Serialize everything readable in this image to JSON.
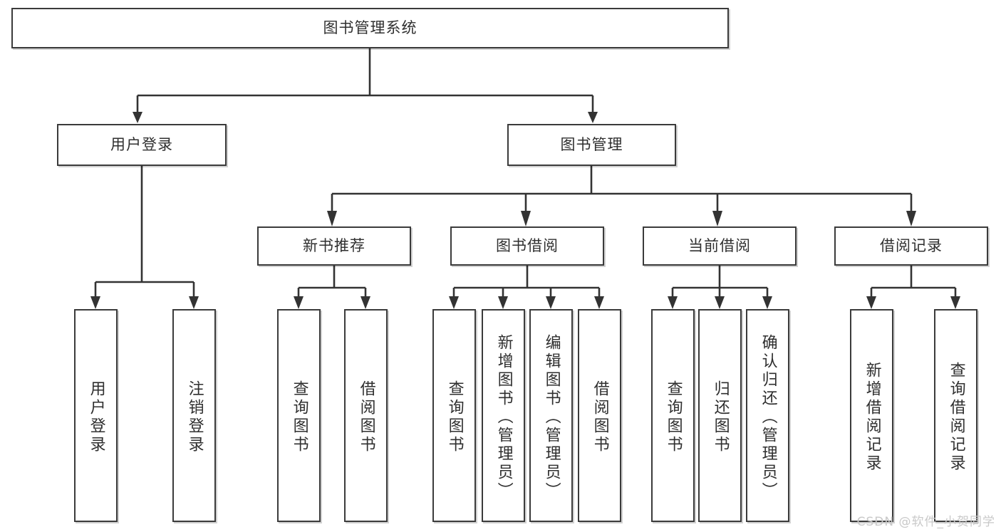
{
  "diagram": {
    "title": "图书管理系统",
    "type": "hierarchy-tree",
    "root": {
      "label": "图书管理系统"
    },
    "level1": [
      {
        "label": "用户登录"
      },
      {
        "label": "图书管理"
      }
    ],
    "level2": [
      {
        "label": "新书推荐"
      },
      {
        "label": "图书借阅"
      },
      {
        "label": "当前借阅"
      },
      {
        "label": "借阅记录"
      }
    ],
    "leaves": {
      "user_login": [
        {
          "label": "用户登录"
        },
        {
          "label": "注销登录"
        }
      ],
      "new_book_recommend": [
        {
          "label": "查询图书"
        },
        {
          "label": "借阅图书"
        }
      ],
      "book_borrow": [
        {
          "label": "查询图书"
        },
        {
          "label": "新增图书（管理员）"
        },
        {
          "label": "编辑图书（管理员）"
        },
        {
          "label": "借阅图书"
        }
      ],
      "current_borrow": [
        {
          "label": "查询图书"
        },
        {
          "label": "归还图书"
        },
        {
          "label": "确认归还（管理员）"
        }
      ],
      "borrow_record": [
        {
          "label": "新增借阅记录"
        },
        {
          "label": "查询借阅记录"
        }
      ]
    }
  },
  "watermark": {
    "text": "CSDN @软件_小贺同学"
  },
  "colors": {
    "stroke": "#333333",
    "box_border": "#3b3b3b",
    "text": "#2f2f2f",
    "background": "#ffffff",
    "watermark": "#c9c9c9"
  }
}
